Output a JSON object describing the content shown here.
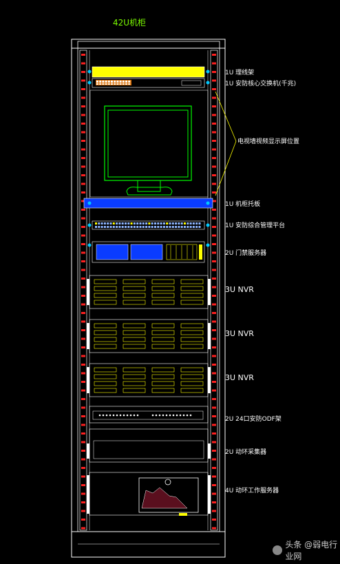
{
  "title": "42U机柜",
  "labels": [
    {
      "id": "l1",
      "text": "1U 理线架"
    },
    {
      "id": "l2",
      "text": "1U 安防核心交换机(千兆)"
    },
    {
      "id": "l3",
      "text": "电视墙视频显示屏位置"
    },
    {
      "id": "l4",
      "text": "1U 机柜托板"
    },
    {
      "id": "l5",
      "text": "1U 安防综合管理平台"
    },
    {
      "id": "l6",
      "text": "2U 门禁服务器"
    },
    {
      "id": "l7",
      "text": "3U NVR"
    },
    {
      "id": "l8",
      "text": "3U NVR"
    },
    {
      "id": "l9",
      "text": "3U NVR"
    },
    {
      "id": "l10",
      "text": "2U 24口安防ODF架"
    },
    {
      "id": "l11",
      "text": "2U 动环采集器"
    },
    {
      "id": "l12",
      "text": "4U 动环工作服务器"
    }
  ],
  "watermark": "头条 @弱电行业网",
  "colors": {
    "outline": "#ffffff",
    "cyan": "#00c8ff",
    "yellow": "#ffff00",
    "blue": "#0a3cff",
    "green": "#00ff00",
    "red": "#ff2020"
  }
}
